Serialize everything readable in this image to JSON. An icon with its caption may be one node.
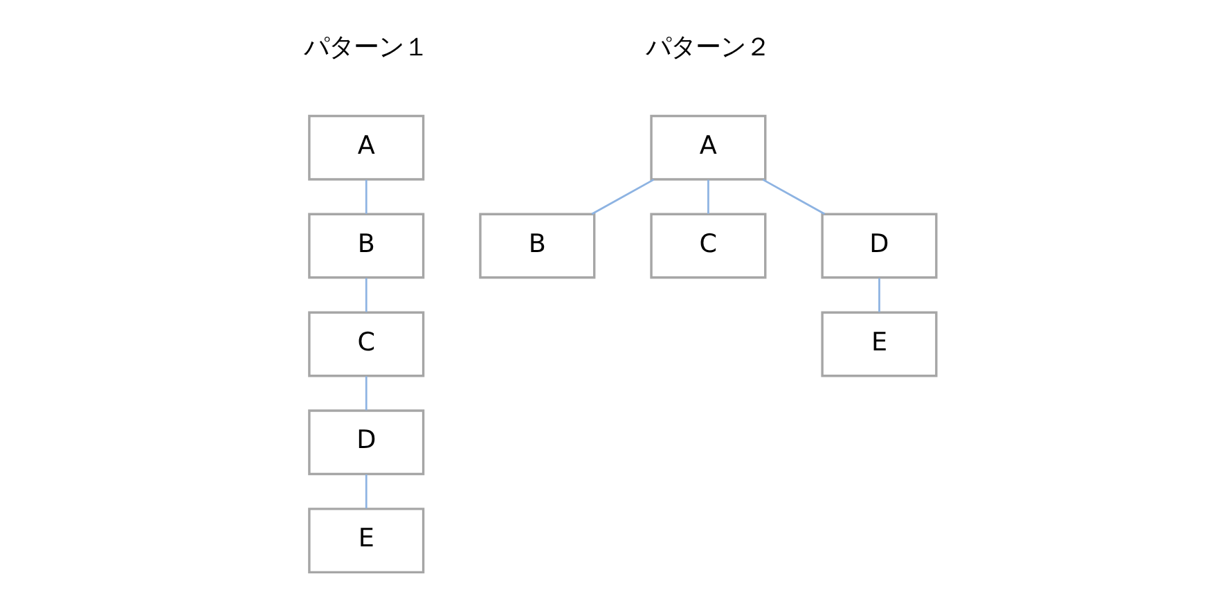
{
  "diagram": {
    "nodes": [
      {
        "text": [
          "A"
        ]
      },
      {
        "text": [
          "B"
        ]
      },
      {
        "text": [
          "C"
        ]
      },
      {
        "text": [
          "D"
        ]
      },
      {
        "text": [
          "E"
        ]
      },
      {
        "text": [
          "A"
        ]
      },
      {
        "text": [
          "B"
        ]
      },
      {
        "text": [
          "C"
        ]
      },
      {
        "text": [
          "D"
        ]
      },
      {
        "text": [
          "E"
        ]
      }
    ],
    "edges": [
      {
        "from": 0,
        "to": 1,
        "arrow": "none"
      },
      {
        "from": 1,
        "to": 2,
        "arrow": "none"
      },
      {
        "from": 2,
        "to": 3,
        "arrow": "none"
      },
      {
        "from": 3,
        "to": 4,
        "arrow": "none"
      },
      {
        "from": 5,
        "to": 6,
        "arrow": "none"
      },
      {
        "from": 5,
        "to": 7,
        "arrow": "none"
      },
      {
        "from": 5,
        "to": 8,
        "arrow": "none"
      },
      {
        "from": 8,
        "to": 9,
        "arrow": "none"
      }
    ],
    "labels": [
      "パターン１",
      "パターン２"
    ]
  }
}
